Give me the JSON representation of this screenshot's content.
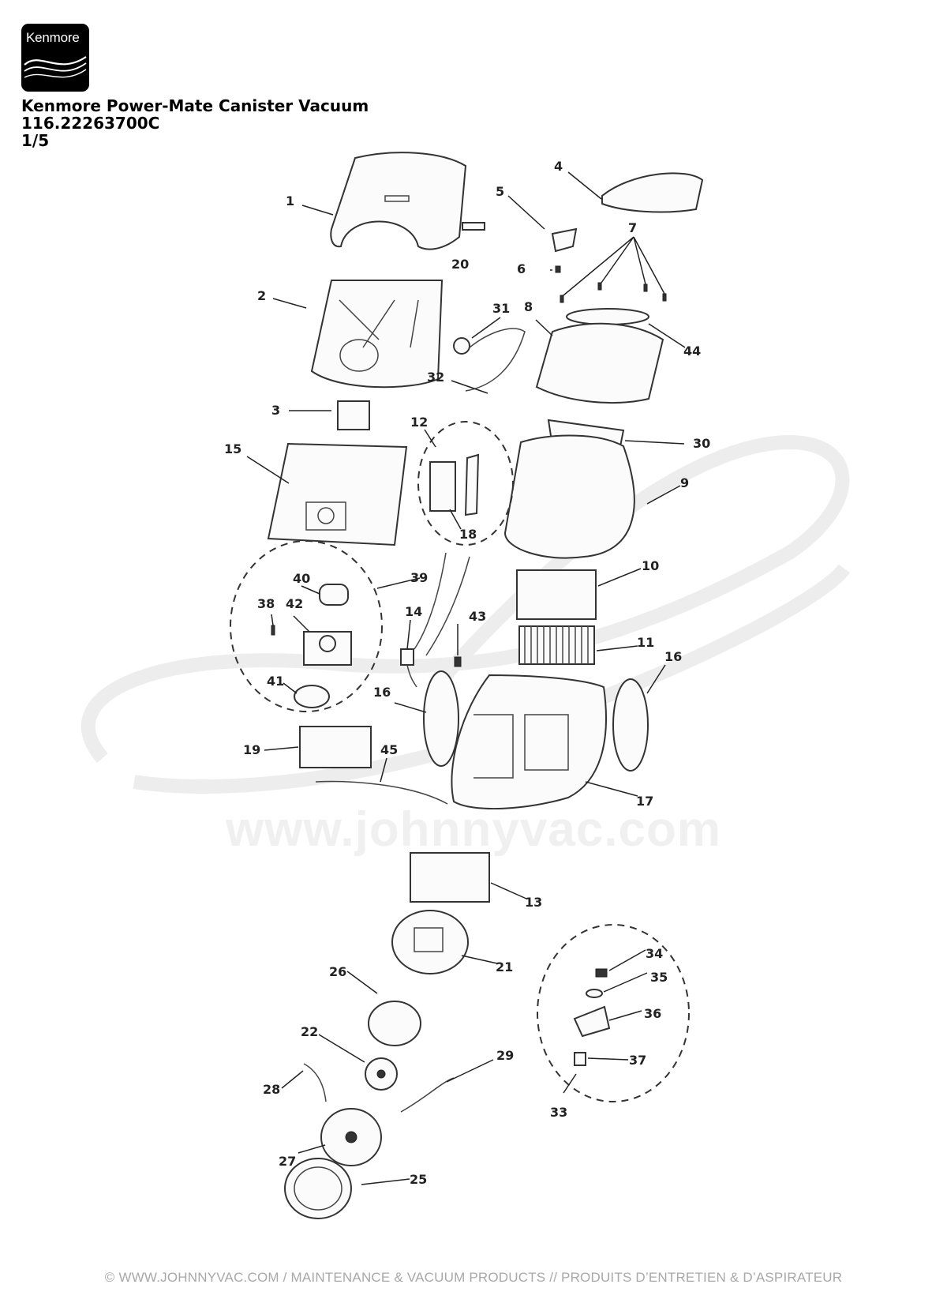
{
  "brand": {
    "logo_text": "Kenmore"
  },
  "header": {
    "title": "Kenmore Power-Mate Canister Vacuum",
    "model": "116.22263700C",
    "page": "1/5"
  },
  "watermark": {
    "url_text": "www.johnnyvac.com"
  },
  "footer": {
    "text": "© WWW.JOHNNYVAC.COM / MAINTENANCE & VACUUM PRODUCTS  //  PRODUITS D’ENTRETIEN & D’ASPIRATEUR"
  },
  "callouts": [
    "1",
    "2",
    "3",
    "4",
    "5",
    "6",
    "7",
    "8",
    "9",
    "10",
    "11",
    "12",
    "13",
    "14",
    "15",
    "16",
    "16",
    "17",
    "18",
    "19",
    "20",
    "21",
    "22",
    "25",
    "26",
    "27",
    "28",
    "29",
    "30",
    "31",
    "32",
    "33",
    "34",
    "35",
    "36",
    "37",
    "38",
    "39",
    "40",
    "41",
    "42",
    "43",
    "44",
    "45"
  ]
}
